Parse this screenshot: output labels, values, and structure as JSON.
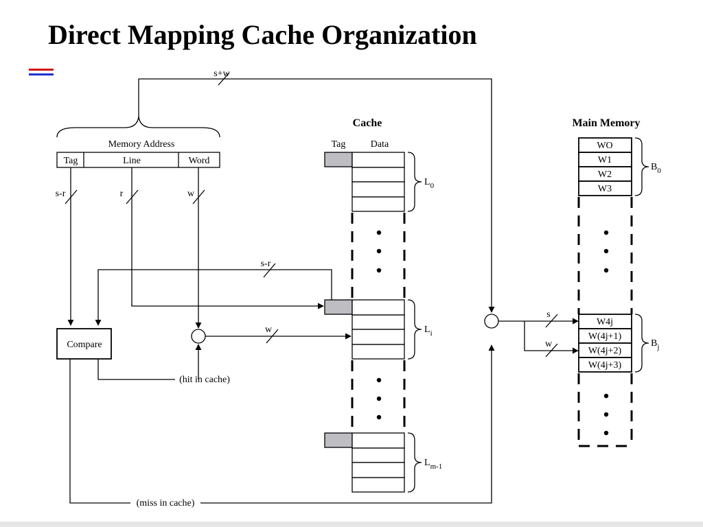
{
  "title": "Direct Mapping Cache Organization",
  "colors": {
    "marker_blue": "#1f2fd0",
    "marker_red": "#d01010",
    "tag_cell_fill": "#bdbdc2"
  },
  "memory_address": {
    "label": "Memory Address",
    "fields": {
      "tag": "Tag",
      "line": "Line",
      "word": "Word"
    }
  },
  "bus_labels": {
    "address_width": "s+w",
    "tag_width": "s-r",
    "line_width": "r",
    "word_width": "w",
    "tag_to_compare": "s-r",
    "word_to_cache": "w",
    "mem_s": "s",
    "mem_w": "w"
  },
  "compare_label": "Compare",
  "hit_label": "(hit in cache)",
  "miss_label": "(miss in cache)",
  "cache": {
    "title": "Cache",
    "tag_header": "Tag",
    "data_header": "Data",
    "line_labels": {
      "first": {
        "base": "L",
        "sub": "0"
      },
      "middle": {
        "base": "L",
        "sub": "i"
      },
      "last": {
        "base": "L",
        "sub": "m-1"
      }
    }
  },
  "main_memory": {
    "title": "Main Memory",
    "block0_words": [
      "WO",
      "W1",
      "W2",
      "W3"
    ],
    "blockj_words": [
      "W4j",
      "W(4j+1)",
      "W(4j+2)",
      "W(4j+3)"
    ],
    "block0_label": {
      "base": "B",
      "sub": "0"
    },
    "blockj_label": {
      "base": "B",
      "sub": "j"
    }
  }
}
